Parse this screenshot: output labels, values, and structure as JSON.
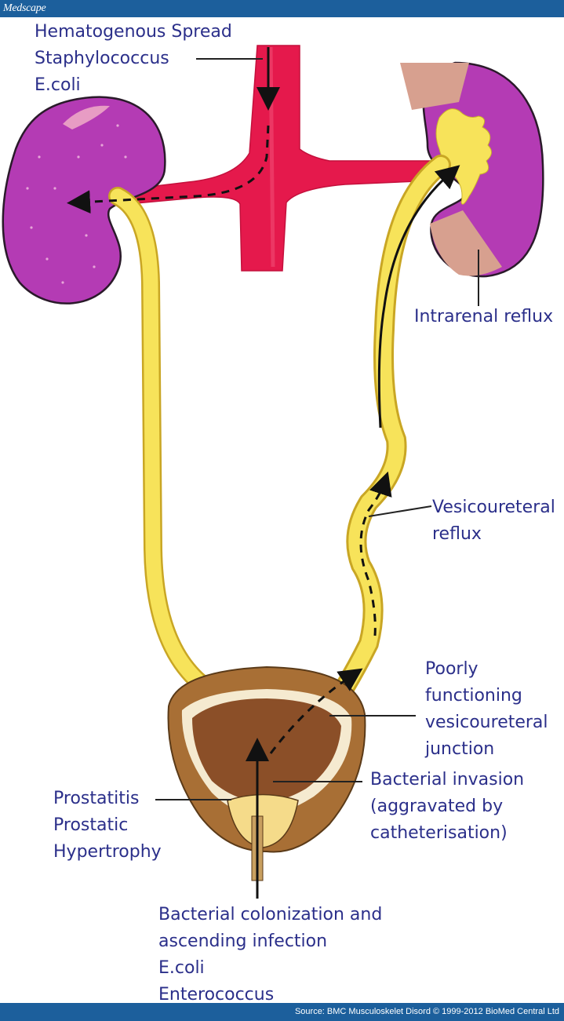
{
  "header": {
    "brand": "Medscape"
  },
  "footer": {
    "source": "Source: BMC Musculoskelet Disord © 1999-2012 BioMed Central Ltd"
  },
  "labels": {
    "hematogenous": [
      "Hematogenous Spread",
      "Staphylococcus",
      "E.coli"
    ],
    "intrarenal": [
      "Intrarenal reflux"
    ],
    "vesicoureteral": [
      "Vesicoureteral",
      "reflux"
    ],
    "poorly": [
      "Poorly",
      "functioning",
      "vesicoureteral",
      "junction"
    ],
    "invasion": [
      "Bacterial invasion",
      "(aggravated by",
      "catheterisation)"
    ],
    "prostatitis": [
      "Prostatitis",
      "Prostatic",
      "Hypertrophy"
    ],
    "colonization": [
      "Bacterial colonization and",
      "ascending infection",
      "E.coli",
      "Enterococcus"
    ]
  },
  "colors": {
    "bar": "#1c5f9c",
    "label_text": "#2b2f8a",
    "kidney": "#b43bb4",
    "kidney_pale": "#d7a08f",
    "vessel": "#e5194c",
    "ureter": "#f7e35a",
    "bladder": "#8a5a2b"
  }
}
